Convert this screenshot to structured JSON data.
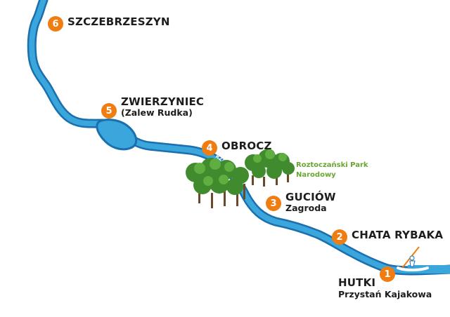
{
  "colors": {
    "river": "#3aa6dc",
    "river_outline": "#1a6fae",
    "marker": "#f07d12",
    "park_text": "#6aa531",
    "tree_dark": "#3f8b2e",
    "tree_light": "#5fae3f",
    "trunk": "#6b4a2b"
  },
  "river_label": "RZEKA WIEPRZ",
  "park_label": {
    "line1": "Roztoczański Park",
    "line2": "Narodowy"
  },
  "stops": [
    {
      "num": "6",
      "name": "SZCZEBRZESZYN",
      "sub": ""
    },
    {
      "num": "5",
      "name": "ZWIERZYNIEC",
      "sub": "(Zalew Rudka)"
    },
    {
      "num": "4",
      "name": "OBROCZ",
      "sub": ""
    },
    {
      "num": "3",
      "name": "GUCIÓW",
      "sub": "Zagroda"
    },
    {
      "num": "2",
      "name": "CHATA RYBAKA",
      "sub": ""
    },
    {
      "num": "1",
      "name": "HUTKI",
      "sub": "Przystań Kajakowa"
    }
  ],
  "icons": [
    "forest-icon",
    "kayaker-icon"
  ]
}
